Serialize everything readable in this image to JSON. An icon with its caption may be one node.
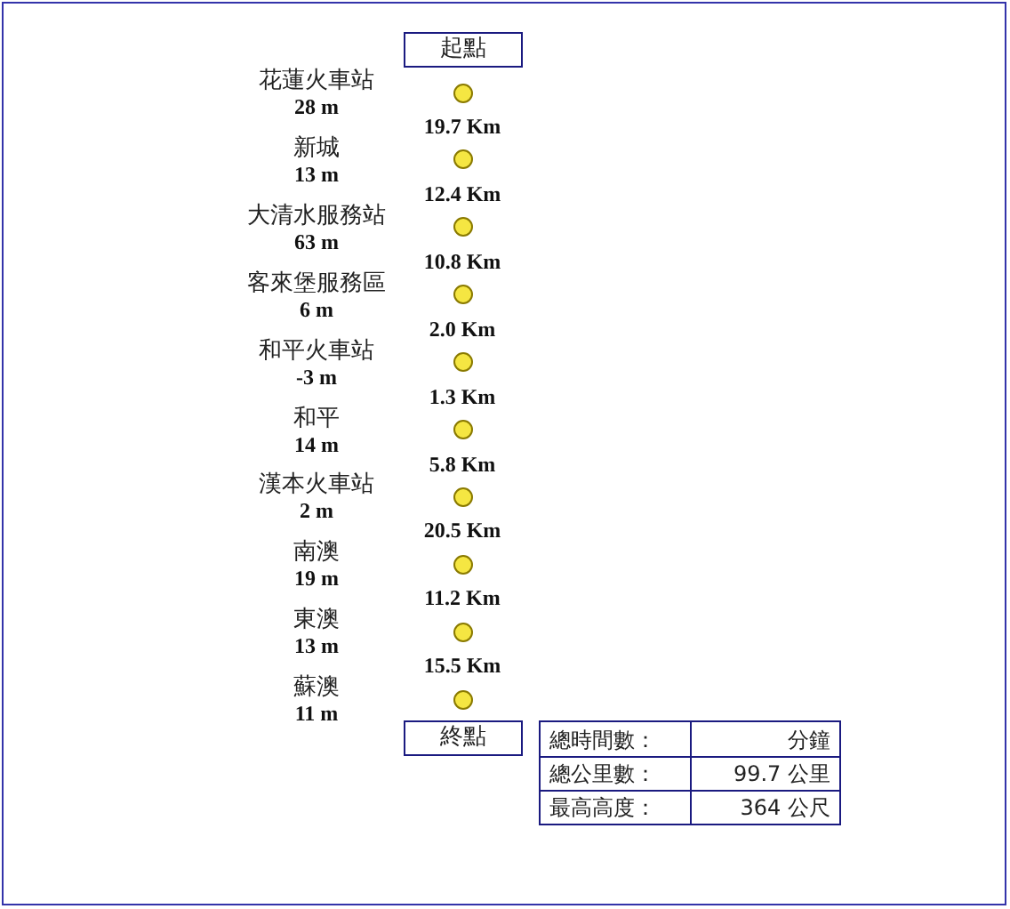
{
  "diagram": {
    "nodes": [
      {
        "text": [
          "起點"
        ]
      },
      {
        "text": [],
        "shape": "circle",
        "beside": [
          "花蓮火車站",
          "28 m"
        ]
      },
      {
        "text": [],
        "shape": "circle",
        "beside": [
          "新城",
          "13 m"
        ]
      },
      {
        "text": [],
        "shape": "circle",
        "beside": [
          "大清水服務站",
          "63 m"
        ]
      },
      {
        "text": [],
        "shape": "circle",
        "beside": [
          "客來堡服務區",
          "6 m"
        ]
      },
      {
        "text": [],
        "shape": "circle",
        "beside": [
          "和平火車站",
          "-3 m"
        ]
      },
      {
        "text": [],
        "shape": "circle",
        "beside": [
          "和平",
          "14 m"
        ]
      },
      {
        "text": [],
        "shape": "circle",
        "beside": [
          "漢本火車站",
          "2 m"
        ]
      },
      {
        "text": [],
        "shape": "circle",
        "beside": [
          "南澳",
          "19 m"
        ]
      },
      {
        "text": [],
        "shape": "circle",
        "beside": [
          "東澳",
          "13 m"
        ]
      },
      {
        "text": [],
        "shape": "circle",
        "beside": [
          "蘇澳",
          "11 m"
        ]
      },
      {
        "text": [
          "終點"
        ]
      }
    ],
    "edges": [],
    "labels": [
      "19.7 Km",
      "12.4 Km",
      "10.8 Km",
      "2.0 Km",
      "1.3 Km",
      "5.8 Km",
      "20.5 Km",
      "11.2 Km",
      "15.5 Km",
      "總時間數：",
      "分鐘",
      "總公里數：",
      "99.7 公里",
      "最高高度：",
      "364 公尺"
    ]
  }
}
